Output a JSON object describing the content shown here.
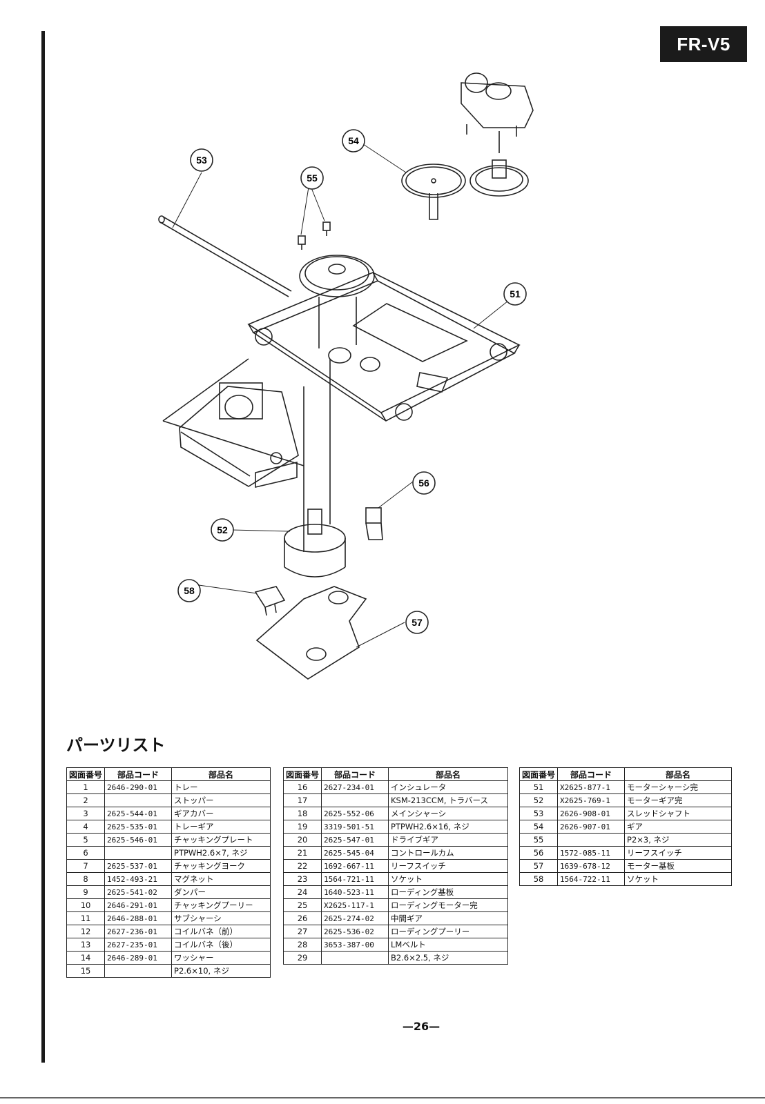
{
  "header": {
    "model": "FR-V5"
  },
  "diagram": {
    "callouts": [
      "53",
      "55",
      "54",
      "51",
      "52",
      "56",
      "58",
      "57"
    ]
  },
  "parts_list": {
    "title": "パーツリスト",
    "columns": [
      "図面番号",
      "部品コード",
      "部品名"
    ],
    "tables": [
      {
        "rows": [
          [
            "1",
            "2646-290-01",
            "トレー"
          ],
          [
            "2",
            "",
            "ストッパー"
          ],
          [
            "3",
            "2625-544-01",
            "ギアカバー"
          ],
          [
            "4",
            "2625-535-01",
            "トレーギア"
          ],
          [
            "5",
            "2625-546-01",
            "チャッキングプレート"
          ],
          [
            "6",
            "",
            "PTPWH2.6×7, ネジ"
          ],
          [
            "7",
            "2625-537-01",
            "チャッキングヨーク"
          ],
          [
            "8",
            "1452-493-21",
            "マグネット"
          ],
          [
            "9",
            "2625-541-02",
            "ダンパー"
          ],
          [
            "10",
            "2646-291-01",
            "チャッキングプーリー"
          ],
          [
            "11",
            "2646-288-01",
            "サブシャーシ"
          ],
          [
            "12",
            "2627-236-01",
            "コイルバネ（前）"
          ],
          [
            "13",
            "2627-235-01",
            "コイルバネ（後）"
          ],
          [
            "14",
            "2646-289-01",
            "ワッシャー"
          ],
          [
            "15",
            "",
            "P2.6×10, ネジ"
          ]
        ]
      },
      {
        "rows": [
          [
            "16",
            "2627-234-01",
            "インシュレータ"
          ],
          [
            "17",
            "",
            "KSM-213CCM, トラバース"
          ],
          [
            "18",
            "2625-552-06",
            "メインシャーシ"
          ],
          [
            "19",
            "3319-501-51",
            "PTPWH2.6×16, ネジ"
          ],
          [
            "20",
            "2625-547-01",
            "ドライブギア"
          ],
          [
            "21",
            "2625-545-04",
            "コントロールカム"
          ],
          [
            "22",
            "1692-667-11",
            "リーフスイッチ"
          ],
          [
            "23",
            "1564-721-11",
            "ソケット"
          ],
          [
            "24",
            "1640-523-11",
            "ローディング基板"
          ],
          [
            "25",
            "X2625-117-1",
            "ローディングモーター完"
          ],
          [
            "26",
            "2625-274-02",
            "中間ギア"
          ],
          [
            "27",
            "2625-536-02",
            "ローディングプーリー"
          ],
          [
            "28",
            "3653-387-00",
            "LMベルト"
          ],
          [
            "29",
            "",
            "B2.6×2.5, ネジ"
          ]
        ]
      },
      {
        "rows": [
          [
            "51",
            "X2625-877-1",
            "モーターシャーシ完"
          ],
          [
            "52",
            "X2625-769-1",
            "モーターギア完"
          ],
          [
            "53",
            "2626-908-01",
            "スレッドシャフト"
          ],
          [
            "54",
            "2626-907-01",
            "ギア"
          ],
          [
            "55",
            "",
            "P2×3, ネジ"
          ],
          [
            "56",
            "1572-085-11",
            "リーフスイッチ"
          ],
          [
            "57",
            "1639-678-12",
            "モーター基板"
          ],
          [
            "58",
            "1564-722-11",
            "ソケット"
          ]
        ]
      }
    ]
  },
  "footer": {
    "page_number": "—26—"
  }
}
